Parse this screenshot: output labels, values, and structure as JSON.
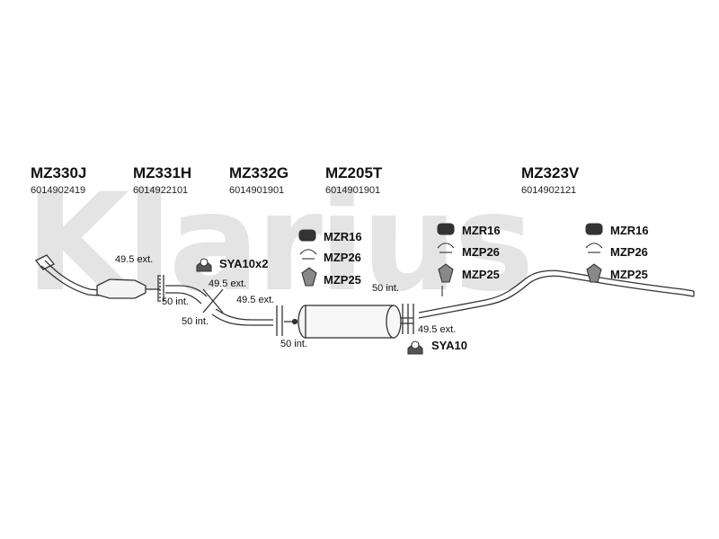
{
  "brand_watermark": "Klarius",
  "parts": [
    {
      "code": "MZ330J",
      "number": "6014902419"
    },
    {
      "code": "MZ331H",
      "number": "6014922101"
    },
    {
      "code": "MZ332G",
      "number": "6014901901"
    },
    {
      "code": "MZ205T",
      "number": "6014901901"
    },
    {
      "code": "MZ323V",
      "number": "6014902121"
    }
  ],
  "hardware": {
    "clamp_front": "SYA10x2",
    "group_middle": [
      "MZR16",
      "MZP26",
      "MZP25"
    ],
    "group_rear_a": [
      "MZR16",
      "MZP26",
      "MZP25"
    ],
    "group_rear_b": [
      "MZR16",
      "MZP26",
      "MZP25"
    ],
    "clamp_rear": "SYA10"
  },
  "joints": {
    "j1": "49.5 ext.",
    "j2": "50 int.",
    "j3": "49.5 ext.",
    "j4": "50 int.",
    "j5": "49.5 ext.",
    "j6": "50 int.",
    "j7": "50 int.",
    "j8": "49.5 ext."
  }
}
